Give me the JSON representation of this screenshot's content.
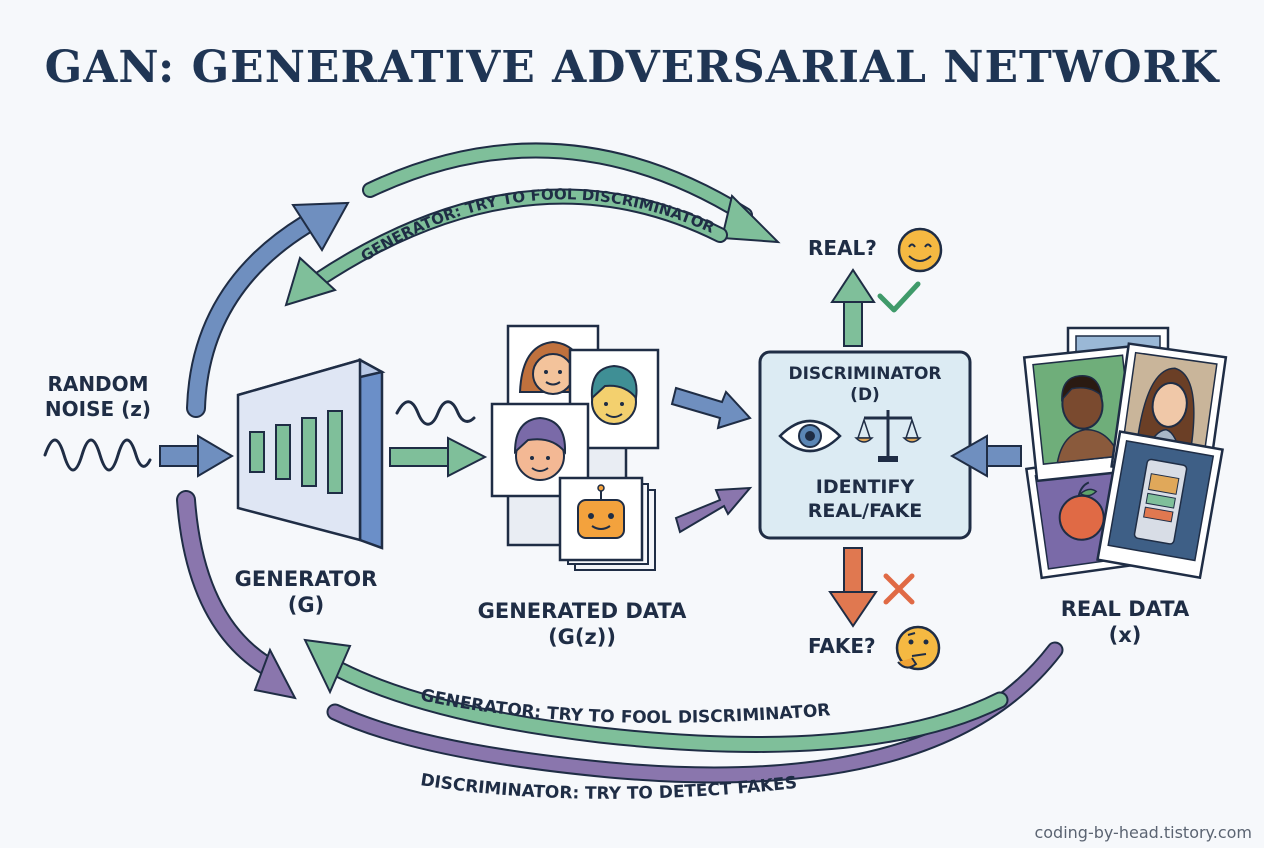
{
  "title": "GAN: GENERATIVE ADVERSARIAL NETWORK",
  "labels": {
    "random_noise_line1": "RANDOM",
    "random_noise_line2": "NOISE (z)",
    "generator_line1": "GENERATOR",
    "generator_line2": "(G)",
    "generated_line1": "GENERATED DATA",
    "generated_line2": "(G(z))",
    "disc_line1": "DISCRIMINATOR",
    "disc_line2": "(D)",
    "identify_line1": "IDENTIFY",
    "identify_line2": "REAL/FAKE",
    "real_q": "REAL?",
    "fake_q": "FAKE?",
    "real_data_line1": "REAL DATA",
    "real_data_line2": "(x)"
  },
  "loops": {
    "top": "GENERATOR: TRY TO FOOL DISCRIMINATOR",
    "bottom_gen": "GENERATOR: TRY TO FOOL DISCRIMINATOR",
    "bottom_disc": "DISCRIMINATOR: TRY TO DETECT FAKES"
  },
  "credit": "coding-by-head.tistory.com",
  "colors": {
    "title": "#1f3554",
    "blue_arrow": "#6f8fbf",
    "green_arrow": "#7fbf9a",
    "purple_arrow": "#8a76ad",
    "orange_arrow": "#e07850",
    "disc_box": "#dcebf3",
    "generator_face": "#dfe6f4",
    "generator_side": "#6b8fc8"
  }
}
